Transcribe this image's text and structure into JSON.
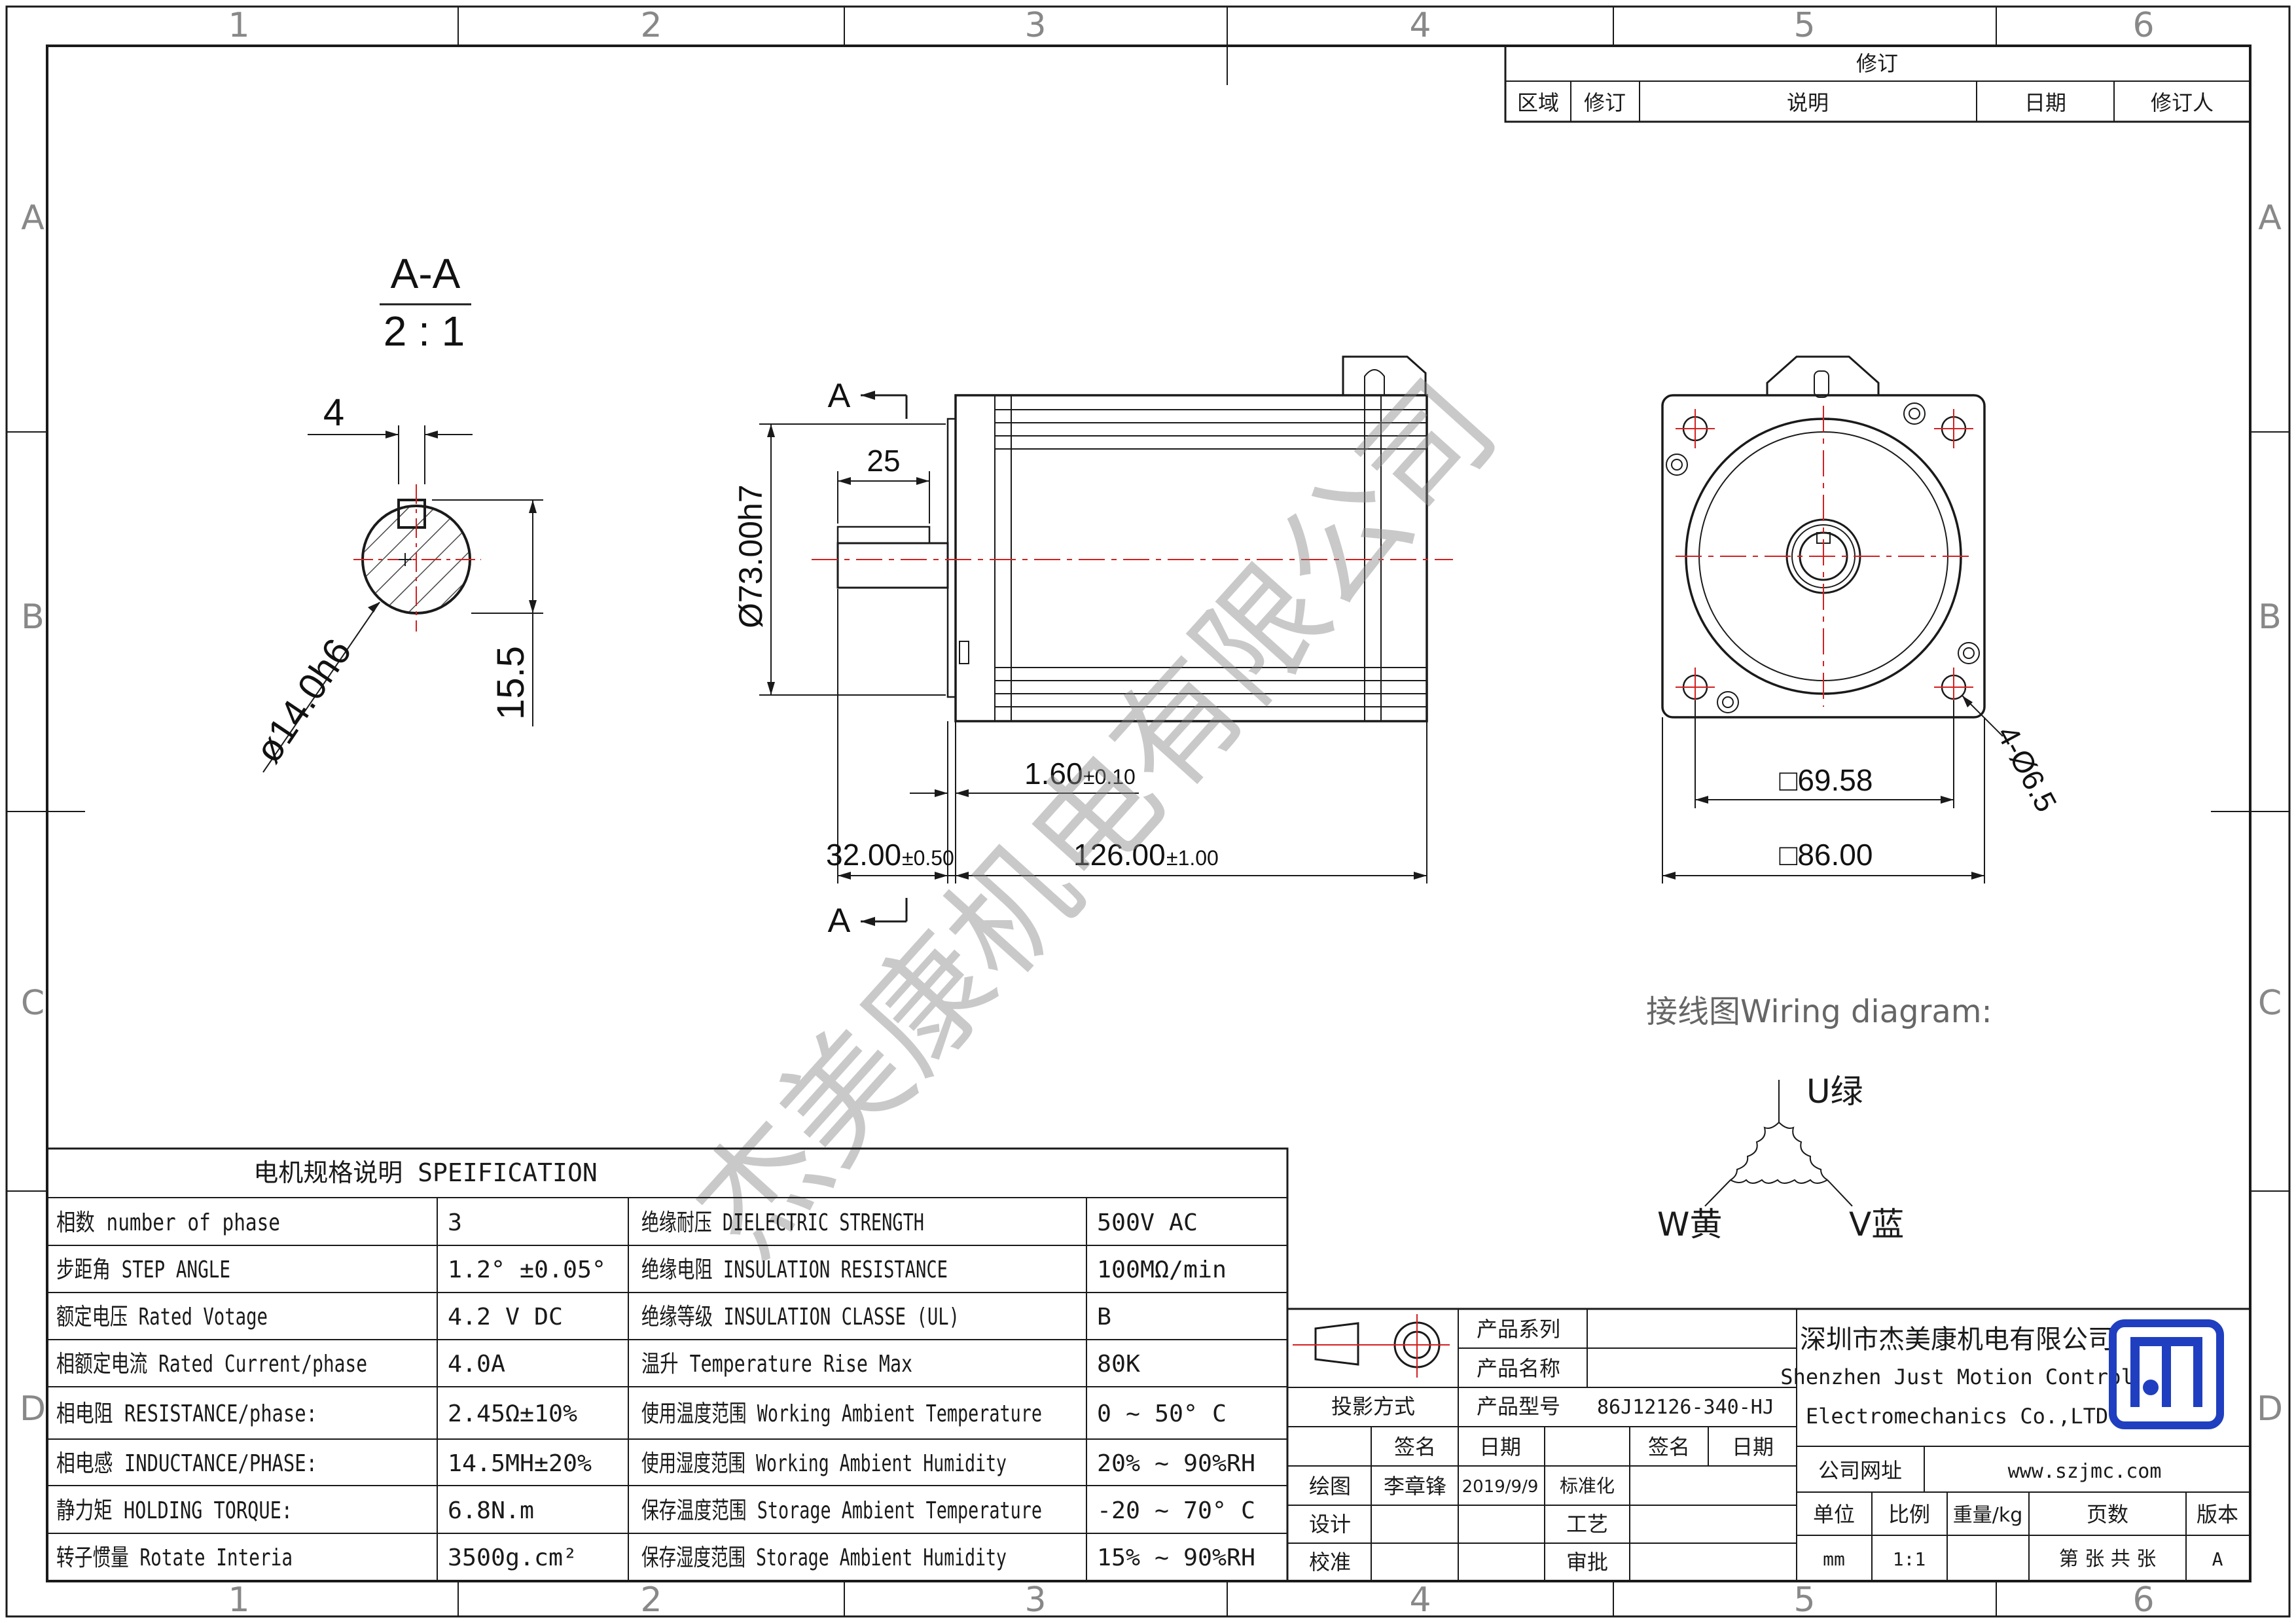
{
  "frame": {
    "col_labels": [
      "1",
      "2",
      "3",
      "4",
      "5",
      "6"
    ],
    "row_labels": [
      "A",
      "B",
      "C",
      "D"
    ]
  },
  "revision": {
    "title": "修订",
    "headers": [
      "区域",
      "修订",
      "说明",
      "日期",
      "修订人"
    ]
  },
  "section_view": {
    "label": "A-A",
    "scale": "2 : 1",
    "key_width": "4",
    "depth": "15.5",
    "diameter": "ø14.0h6"
  },
  "side_view": {
    "section_mark_top": "A",
    "section_mark_bottom": "A",
    "key_length": "25",
    "pilot_diameter": "Ø73.00h7",
    "flange_thickness": "1.60",
    "flange_tolerance": "±0.10",
    "shaft_length": "32.00",
    "shaft_tolerance": "±0.50",
    "body_length": "126.00",
    "body_tolerance": "±1.00"
  },
  "front_view": {
    "hole_pitch": "□69.58",
    "flange_size": "□86.00",
    "holes": "4-Ø6.5"
  },
  "wiring": {
    "title": "接线图Wiring diagram:",
    "u": "U绿",
    "v": "V蓝",
    "w": "W黄"
  },
  "watermark": "杰美康机电有限公司",
  "spec": {
    "title": "电机规格说明 SPEIFICATION",
    "rows": [
      {
        "l1": "相数 number of phase",
        "v1": "3",
        "l2": "绝缘耐压 DIELECTRIC STRENGTH",
        "v2": "500V AC"
      },
      {
        "l1": "步距角 STEP ANGLE",
        "v1": "1.2° ±0.05°",
        "l2": "绝缘电阻 INSULATION RESISTANCE",
        "v2": "100MΩ/min"
      },
      {
        "l1": "额定电压 Rated Votage",
        "v1": "4.2 V DC",
        "l2": "绝缘等级 INSULATION CLASSE (UL)",
        "v2": "B"
      },
      {
        "l1": "相额定电流 Rated Current/phase",
        "v1": "4.0A",
        "l2": "温升 Temperature Rise Max",
        "v2": "80K"
      },
      {
        "l1": "相电阻 RESISTANCE/phase:",
        "v1": "2.45Ω±10%",
        "l2": "使用温度范围 Working Ambient Temperature",
        "v2": "0 ~ 50° C"
      },
      {
        "l1": "相电感 INDUCTANCE/PHASE:",
        "v1": "14.5MH±20%",
        "l2": "使用湿度范围 Working Ambient Humidity",
        "v2": "20% ~ 90%RH"
      },
      {
        "l1": "静力矩 HOLDING TORQUE:",
        "v1": "6.8N.m",
        "l2": "保存温度范围 Storage Ambient Temperature",
        "v2": "-20 ~ 70° C"
      },
      {
        "l1": "转子惯量 Rotate Interia",
        "v1": "3500g.cm²",
        "l2": "保存湿度范围 Storage Ambient Humidity",
        "v2": "15% ~ 90%RH"
      }
    ]
  },
  "title_block": {
    "product_series": "产品系列",
    "product_name": "产品名称",
    "projection": "投影方式",
    "product_model_label": "产品型号",
    "product_model": "86J12126-340-HJ",
    "sign": "签名",
    "date": "日期",
    "sign2": "签名",
    "date2": "日期",
    "drawing": "绘图",
    "drawer": "李章锋",
    "draw_date": "2019/9/9",
    "standard": "标准化",
    "design": "设计",
    "process": "工艺",
    "check": "校准",
    "approve": "审批",
    "company_cn": "深圳市杰美康机电有限公司",
    "company_en1": "Shenzhen Just Motion Control",
    "company_en2": "Electromechanics Co.,LTD",
    "website_label": "公司网址",
    "website": "www.szjmc.com",
    "unit_label": "单位",
    "scale_label": "比例",
    "weight_label": "重量/kg",
    "pages_label": "页数",
    "version_label": "版本",
    "unit": "mm",
    "scale": "1:1",
    "pages": "第 张 共 张",
    "version": "A"
  },
  "colors": {
    "line": "#1a1a1a",
    "center": "#d42020",
    "logo": "#1f3fc0",
    "watermark": "#9a9a9a"
  }
}
